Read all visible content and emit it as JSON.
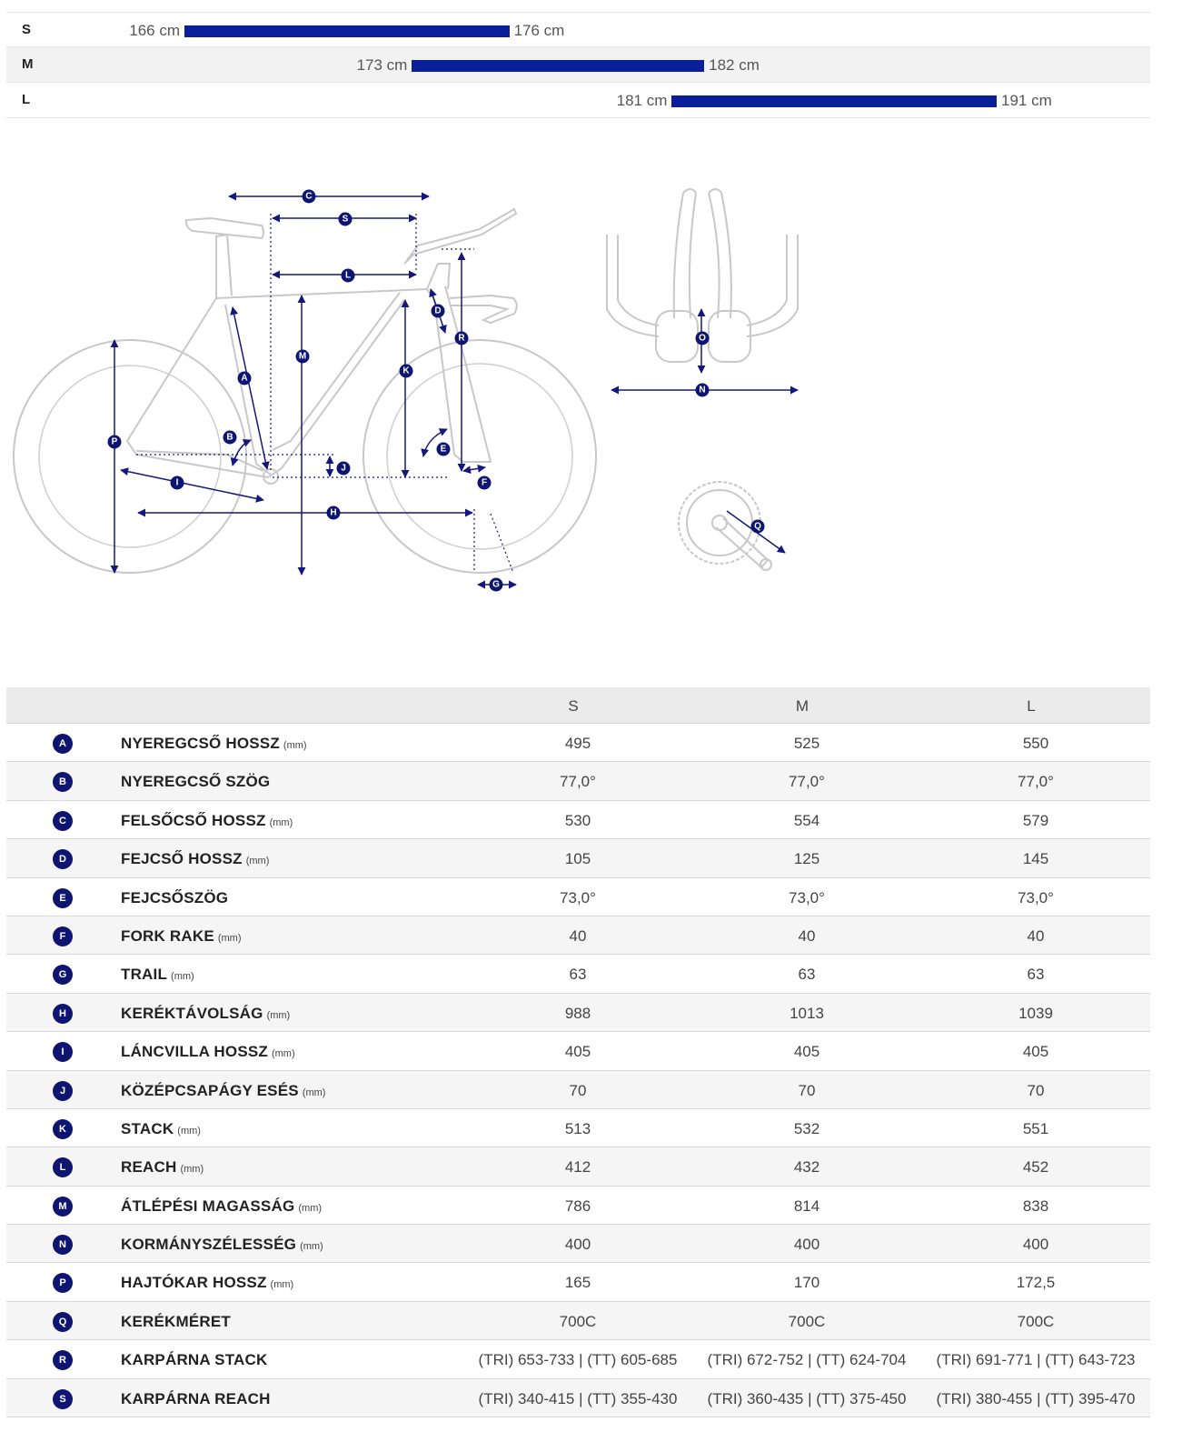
{
  "size_chart": [
    {
      "size": "S",
      "min": "166 cm",
      "max": "176 cm",
      "bar_start": 166,
      "bar_end": 176
    },
    {
      "size": "M",
      "min": "173 cm",
      "max": "182 cm",
      "bar_start": 173,
      "bar_end": 182
    },
    {
      "size": "L",
      "min": "181 cm",
      "max": "191 cm",
      "bar_start": 181,
      "bar_end": 191
    }
  ],
  "diagram_labels": [
    "A",
    "B",
    "C",
    "D",
    "E",
    "F",
    "G",
    "H",
    "I",
    "J",
    "K",
    "L",
    "M",
    "N",
    "O",
    "P",
    "Q",
    "R",
    "S"
  ],
  "geometry": {
    "columns": [
      "S",
      "M",
      "L"
    ],
    "rows": [
      {
        "code": "A",
        "label": "NYEREGCSŐ HOSSZ",
        "unit": "(mm)",
        "values": [
          "495",
          "525",
          "550"
        ]
      },
      {
        "code": "B",
        "label": "NYEREGCSŐ SZÖG",
        "unit": "",
        "values": [
          "77,0°",
          "77,0°",
          "77,0°"
        ]
      },
      {
        "code": "C",
        "label": "FELSŐCSŐ HOSSZ",
        "unit": "(mm)",
        "values": [
          "530",
          "554",
          "579"
        ]
      },
      {
        "code": "D",
        "label": "FEJCSŐ HOSSZ",
        "unit": "(mm)",
        "values": [
          "105",
          "125",
          "145"
        ]
      },
      {
        "code": "E",
        "label": "FEJCSŐSZÖG",
        "unit": "",
        "values": [
          "73,0°",
          "73,0°",
          "73,0°"
        ]
      },
      {
        "code": "F",
        "label": "FORK RAKE",
        "unit": "(mm)",
        "values": [
          "40",
          "40",
          "40"
        ]
      },
      {
        "code": "G",
        "label": "TRAIL",
        "unit": "(mm)",
        "values": [
          "63",
          "63",
          "63"
        ]
      },
      {
        "code": "H",
        "label": "KERÉKTÁVOLSÁG",
        "unit": "(mm)",
        "values": [
          "988",
          "1013",
          "1039"
        ]
      },
      {
        "code": "I",
        "label": "LÁNCVILLA HOSSZ",
        "unit": "(mm)",
        "values": [
          "405",
          "405",
          "405"
        ]
      },
      {
        "code": "J",
        "label": "KÖZÉPCSAPÁGY ESÉS",
        "unit": "(mm)",
        "values": [
          "70",
          "70",
          "70"
        ]
      },
      {
        "code": "K",
        "label": "STACK",
        "unit": "(mm)",
        "values": [
          "513",
          "532",
          "551"
        ]
      },
      {
        "code": "L",
        "label": "REACH",
        "unit": "(mm)",
        "values": [
          "412",
          "432",
          "452"
        ]
      },
      {
        "code": "M",
        "label": "ÁTLÉPÉSI MAGASSÁG",
        "unit": "(mm)",
        "values": [
          "786",
          "814",
          "838"
        ]
      },
      {
        "code": "N",
        "label": "KORMÁNYSZÉLESSÉG",
        "unit": "(mm)",
        "values": [
          "400",
          "400",
          "400"
        ]
      },
      {
        "code": "P",
        "label": "HAJTÓKAR HOSSZ",
        "unit": "(mm)",
        "values": [
          "165",
          "170",
          "172,5"
        ]
      },
      {
        "code": "Q",
        "label": "KERÉKMÉRET",
        "unit": "",
        "values": [
          "700C",
          "700C",
          "700C"
        ]
      },
      {
        "code": "R",
        "label": "KARPÁRNA STACK",
        "unit": "",
        "values": [
          "(TRI) 653-733 | (TT) 605-685",
          "(TRI) 672-752 | (TT) 624-704",
          "(TRI) 691-771 | (TT) 643-723"
        ]
      },
      {
        "code": "S",
        "label": "KARPÁRNA REACH",
        "unit": "",
        "values": [
          "(TRI) 340-415 | (TT) 355-430",
          "(TRI) 360-435 | (TT) 375-450",
          "(TRI) 380-455 | (TT) 395-470"
        ]
      }
    ]
  }
}
